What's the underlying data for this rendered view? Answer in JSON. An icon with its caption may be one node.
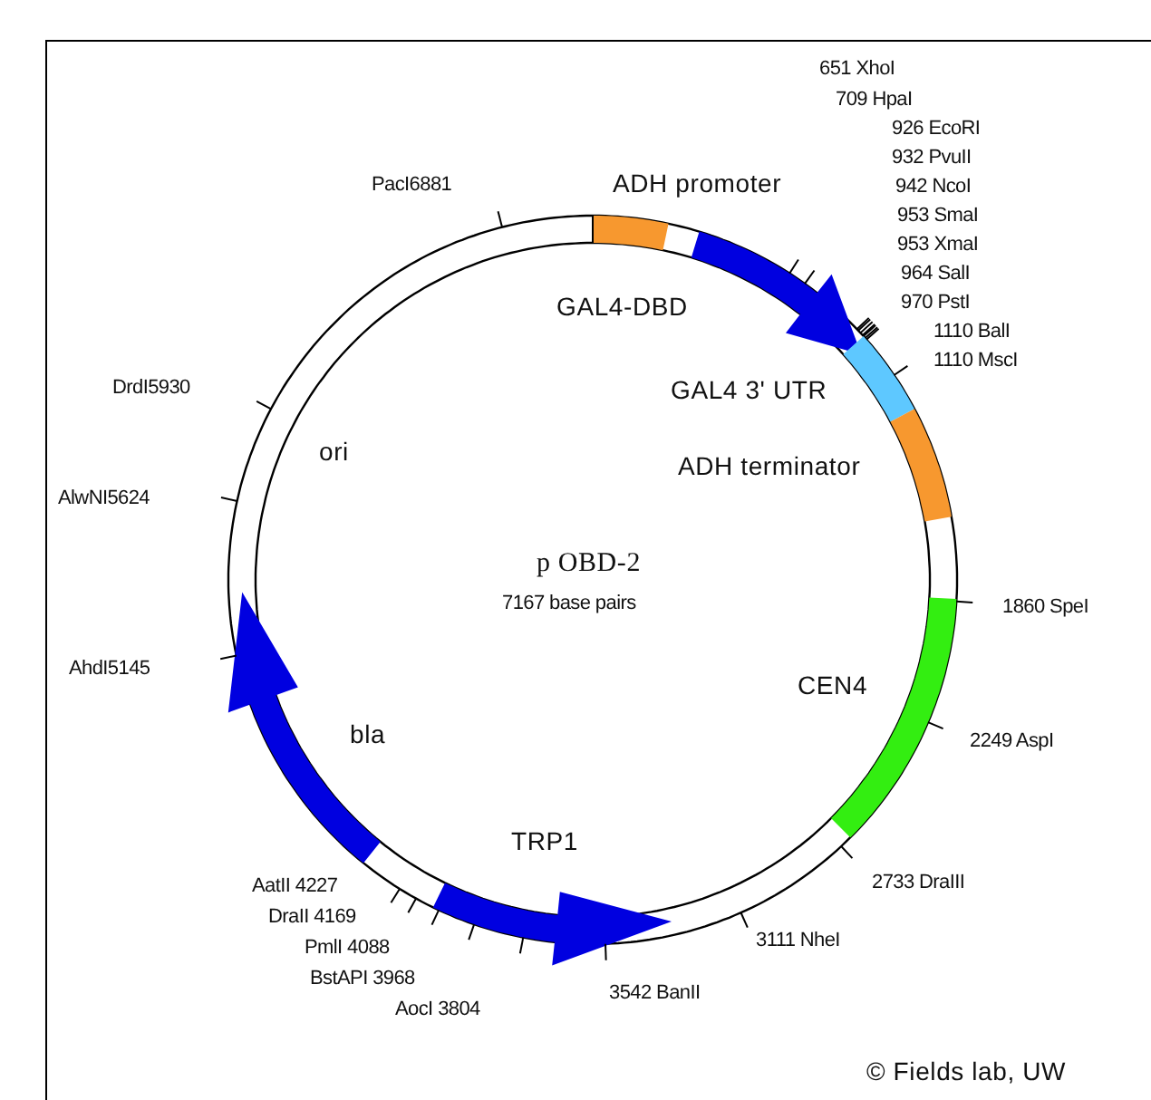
{
  "diagram": {
    "labels": [
      "651 XhoI",
      "709 HpaI",
      "926 EcoRI",
      "932 PvuII",
      "942 NcoI",
      "PacI6881",
      "ADH promoter",
      "953 SmaI",
      "953 XmaI",
      "964 SalI",
      "970 PstI",
      "GAL4-DBD",
      "1110 BalI",
      "1110 MscI",
      "GAL4 3' UTR",
      "DrdI5930",
      "ori",
      "ADH terminator",
      "AlwNI5624",
      "p OBD-2",
      "7167 base pairs",
      "1860 SpeI",
      "AhdI5145",
      "CEN4",
      "bla",
      "2249 AspI",
      "2733 DraIII",
      "TRP1",
      "AatII 4227",
      "DraII 4169",
      "3111 NheI",
      "PmlI 4088",
      "3542 BanII",
      "BstAPI 3968",
      "AocI 3804",
      "© Fields lab, UW"
    ]
  }
}
